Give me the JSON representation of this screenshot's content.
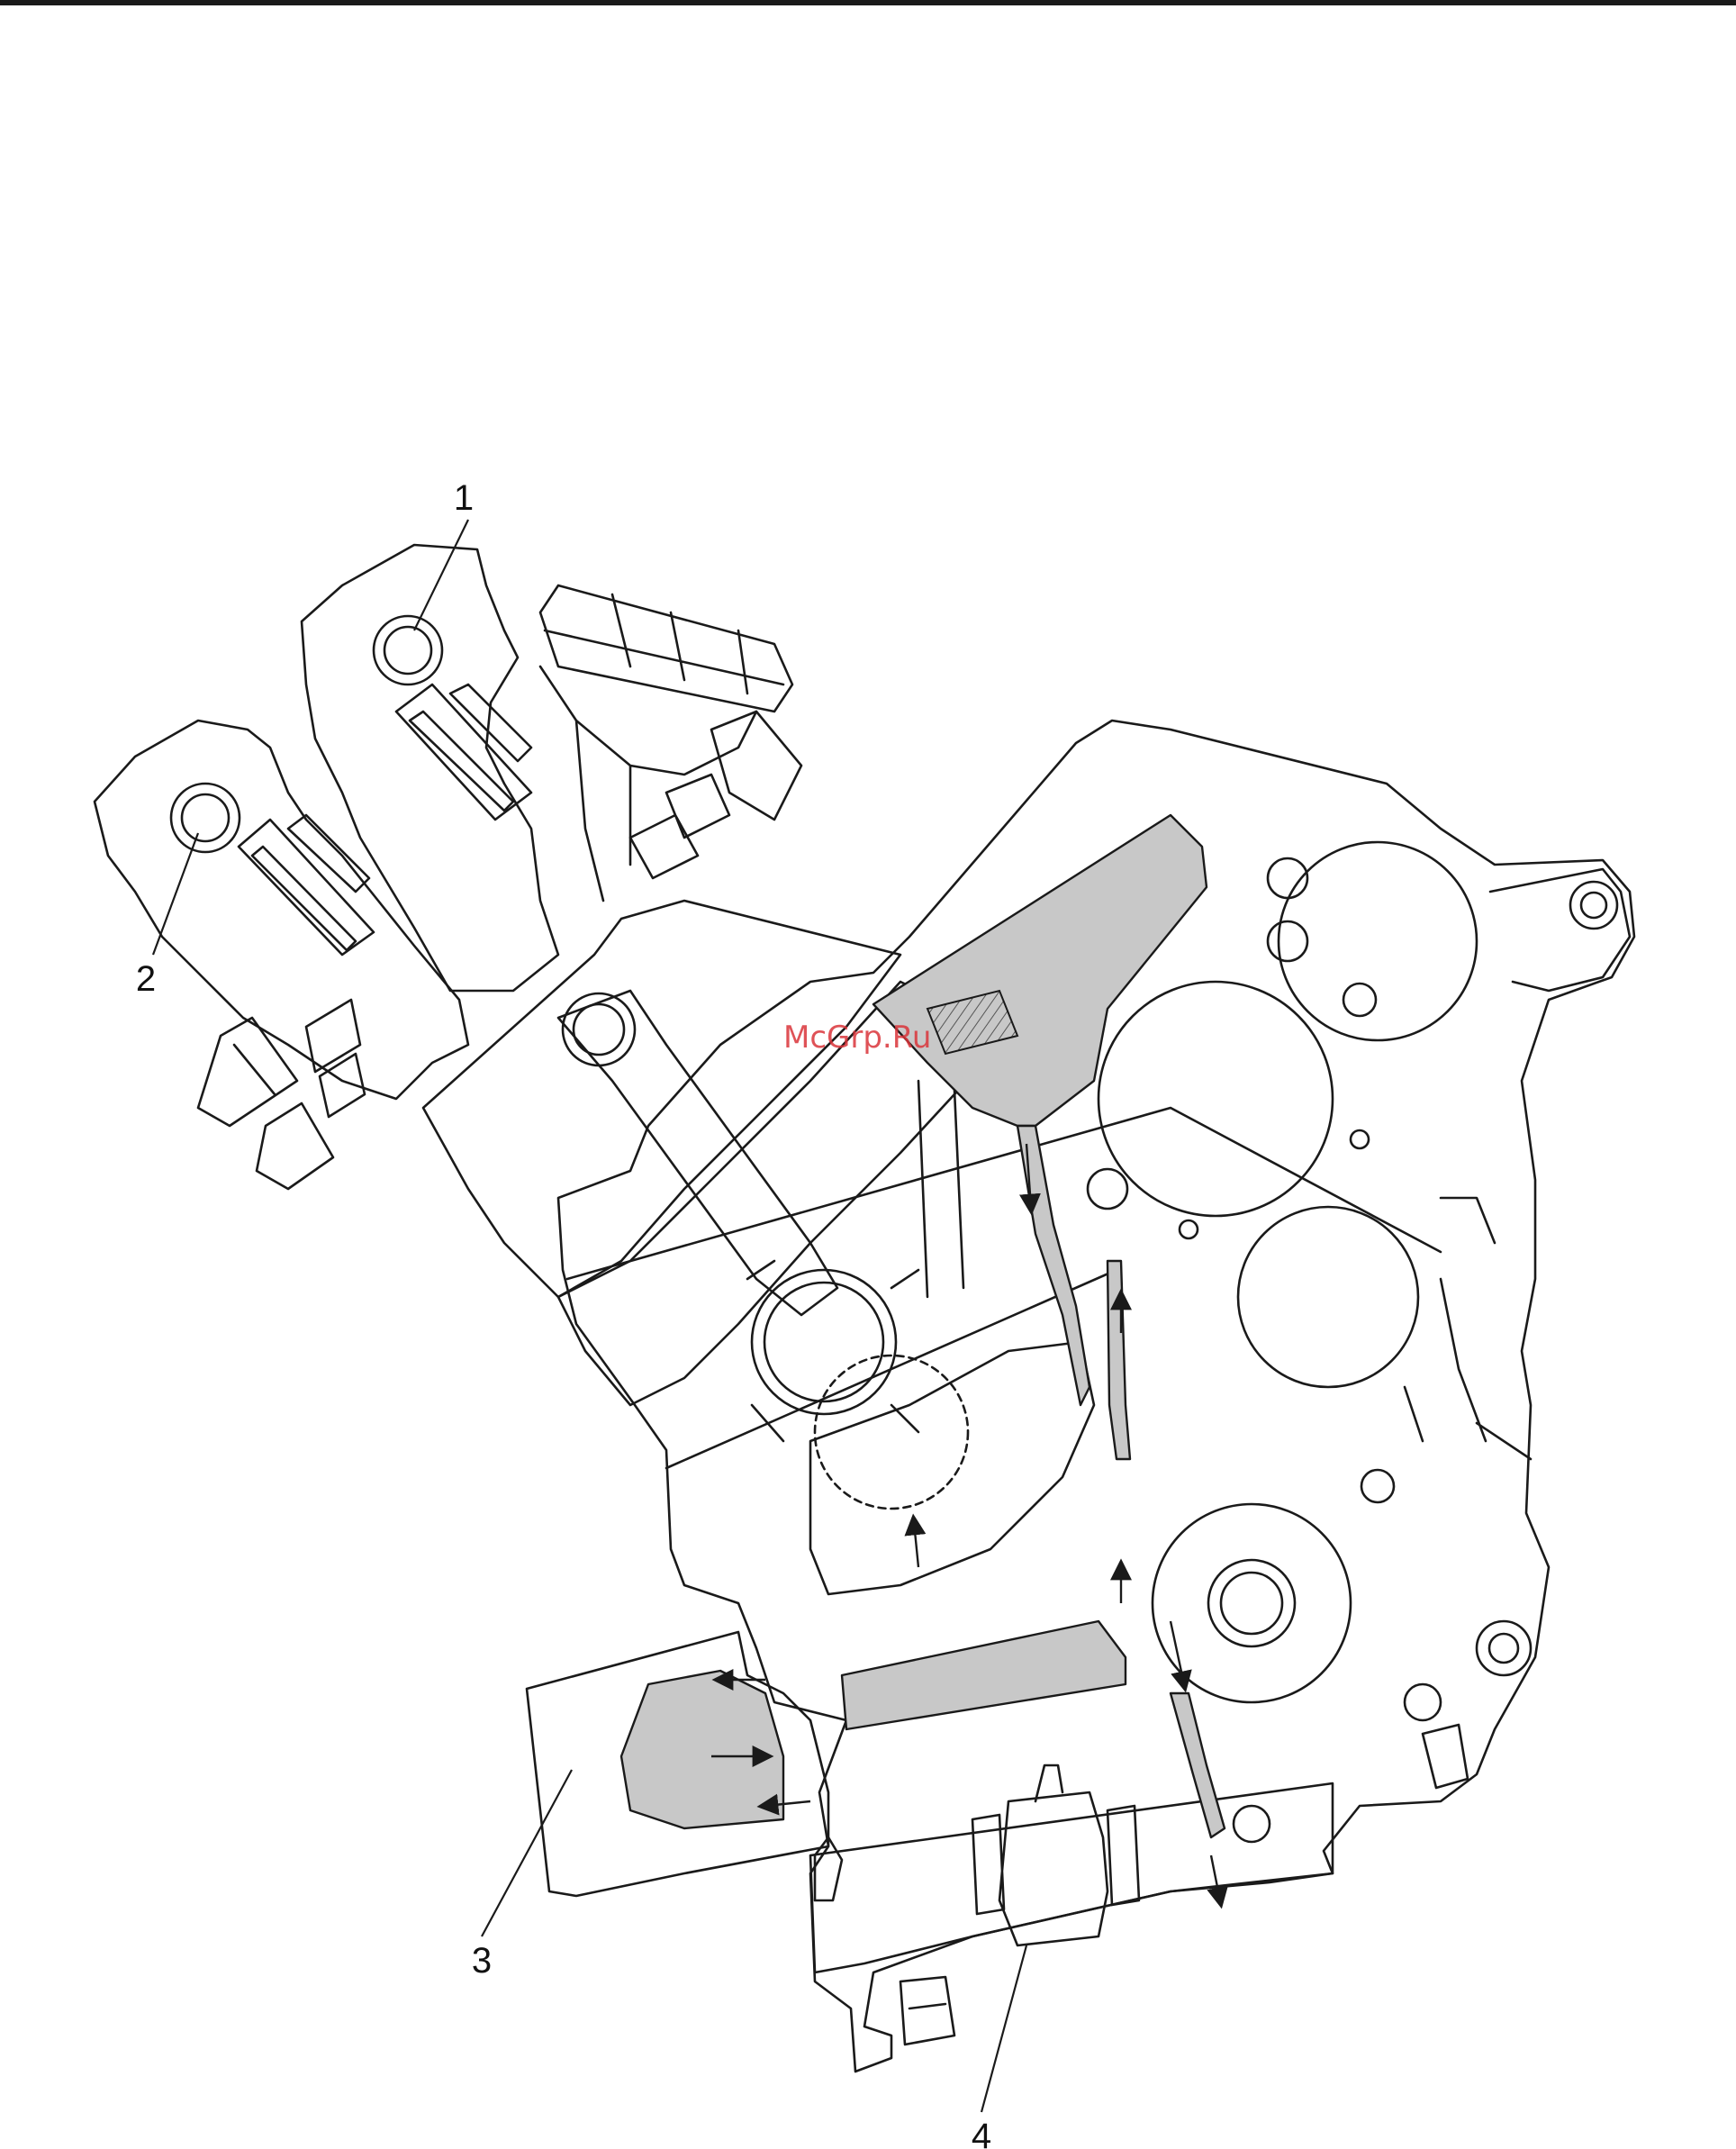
{
  "callouts": [
    {
      "id": "1",
      "label": "1"
    },
    {
      "id": "2",
      "label": "2"
    },
    {
      "id": "3",
      "label": "3"
    },
    {
      "id": "4",
      "label": "4"
    }
  ],
  "watermark": "McGrp.Ru",
  "colors": {
    "line": "#1a1a1a",
    "oil_flow_shade": "#c8c8c8",
    "watermark": "#d9343a"
  }
}
